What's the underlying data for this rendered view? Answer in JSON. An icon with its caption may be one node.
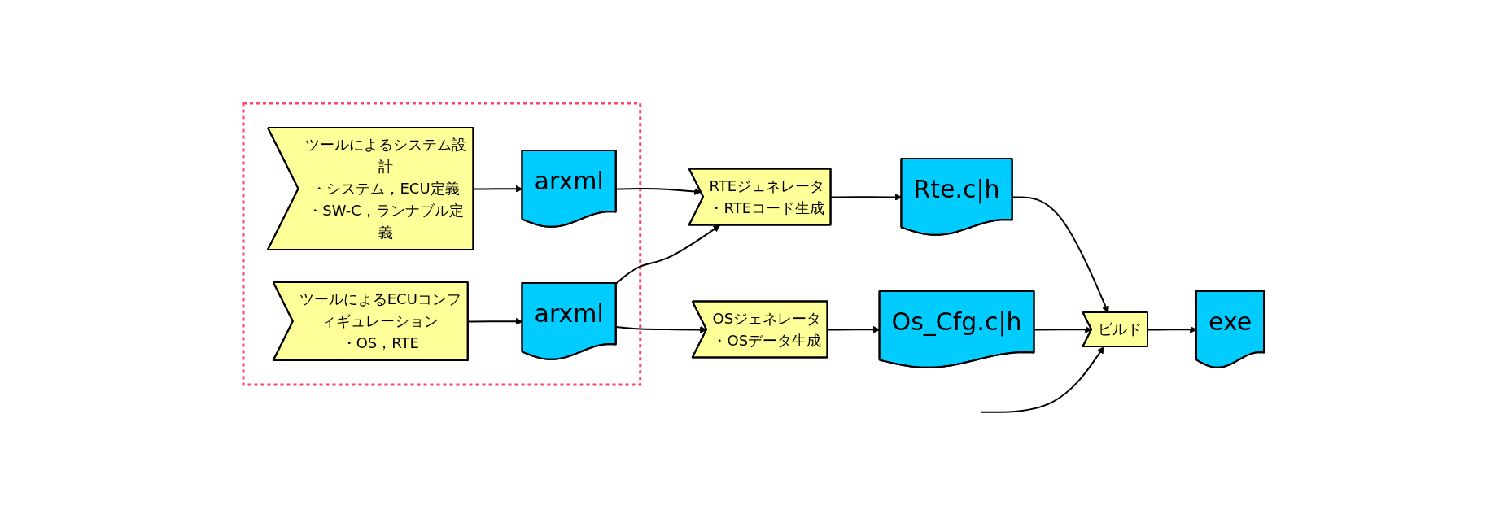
{
  "diagram": {
    "nodes": [
      {
        "text": [],
        "shape": "box"
      },
      {
        "text": [
          "ツールによるシステム設計",
          "・システム，ECU定義",
          "・SW-C，ランナブル定義"
        ],
        "in": 0
      },
      {
        "text": [
          "arxml"
        ],
        "in": 0
      },
      {
        "text": [
          "ツールによるECUコンフィギュレーション",
          "・OS，RTE"
        ],
        "in": 0
      },
      {
        "text": [
          "arxml"
        ],
        "in": 0
      },
      {
        "text": [
          "RTEジェネレータ",
          "・RTEコード生成"
        ]
      },
      {
        "text": [
          "Rte.c|h"
        ]
      },
      {
        "text": [
          "OSジェネレータ",
          "・OSデータ生成"
        ]
      },
      {
        "text": [
          "Os_Cfg.c|h"
        ]
      },
      {
        "text": [
          "ビルド"
        ]
      },
      {
        "text": [
          "exe"
        ]
      }
    ],
    "edges": [
      {
        "from": 1,
        "to": 2,
        "arrow": "to"
      },
      {
        "from": 2,
        "to": 5,
        "arrow": "to"
      },
      {
        "from": 3,
        "to": 4,
        "arrow": "to"
      },
      {
        "from": 4,
        "to": 5,
        "arrow": "to"
      },
      {
        "from": 4,
        "to": 7,
        "arrow": "to"
      },
      {
        "from": 5,
        "to": 6,
        "arrow": "to"
      },
      {
        "from": 6,
        "to": 9,
        "arrow": "to"
      },
      {
        "from": 7,
        "to": 8,
        "arrow": "to"
      },
      {
        "from": 8,
        "to": 9,
        "arrow": "to"
      },
      {
        "from": null,
        "to": 9,
        "arrow": "to"
      },
      {
        "from": 9,
        "to": 10,
        "arrow": "to"
      }
    ]
  }
}
